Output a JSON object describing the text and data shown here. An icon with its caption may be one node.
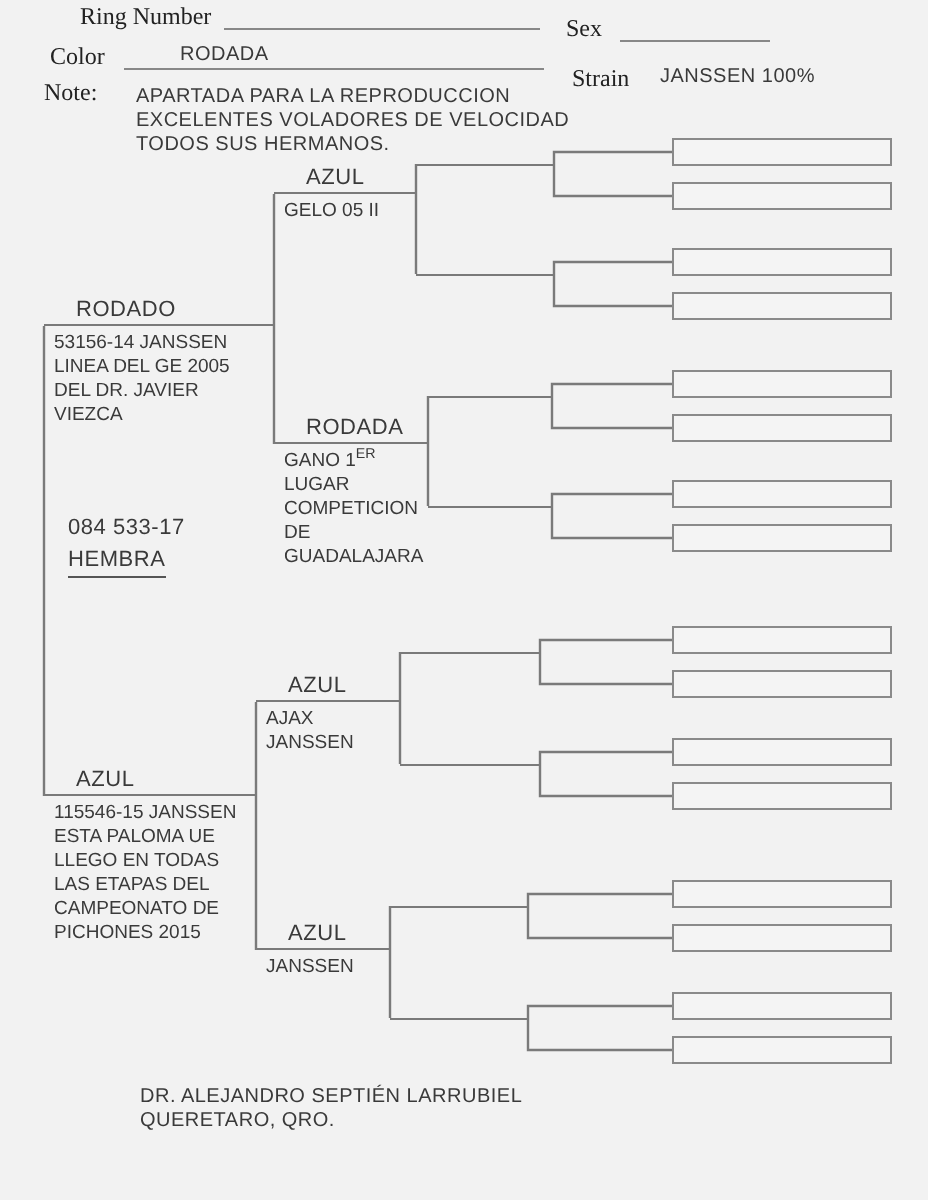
{
  "diagram": {
    "nodes": [
      {
        "text": [
          "084 533-17",
          "HEMBRA"
        ]
      },
      {
        "text": [
          "RODADO",
          "53156-14 JANSSEN LINEA DEL GE 2005 DEL DR. JAVIER VIEZCA"
        ]
      },
      {
        "text": [
          "AZUL",
          "GELO 05 II"
        ]
      },
      {
        "text": [
          "RODADA",
          "GANO 1$^{ER}$ LUGAR COMPETICION DE GUADALAJARA"
        ]
      },
      {
        "text": [
          "AZUL",
          "115546-15 JANSSEN ESTA PALOMA UE LLEGO EN TODAS LAS ETAPAS DEL CAMPEONATO DE PICHONES 2015"
        ]
      },
      {
        "text": [
          "AZUL",
          "AJAX JANSSEN"
        ]
      },
      {
        "text": [
          "AZUL",
          "JANSSEN"
        ]
      },
      {
        "text": [],
        "shape": "line"
      },
      {
        "text": [],
        "shape": "line"
      },
      {
        "text": [],
        "shape": "line"
      },
      {
        "text": [],
        "shape": "line"
      },
      {
        "text": [],
        "shape": "line"
      },
      {
        "text": [],
        "shape": "line"
      },
      {
        "text": [],
        "shape": "line"
      },
      {
        "text": [],
        "shape": "line"
      },
      {
        "text": [],
        "shape": "box"
      },
      {
        "text": [],
        "shape": "box"
      },
      {
        "text": [],
        "shape": "box"
      },
      {
        "text": [],
        "shape": "box"
      },
      {
        "text": [],
        "shape": "box"
      },
      {
        "text": [],
        "shape": "box"
      },
      {
        "text": [],
        "shape": "box"
      },
      {
        "text": [],
        "shape": "box"
      },
      {
        "text": [],
        "shape": "box"
      },
      {
        "text": [],
        "shape": "box"
      },
      {
        "text": [],
        "shape": "box"
      },
      {
        "text": [],
        "shape": "box"
      },
      {
        "text": [],
        "shape": "box"
      },
      {
        "text": [],
        "shape": "box"
      },
      {
        "text": [],
        "shape": "box"
      },
      {
        "text": [],
        "shape": "box"
      }
    ],
    "edges": [
      {
        "from": 0,
        "to": 1,
        "arrow": "none"
      },
      {
        "from": 0,
        "to": 4,
        "arrow": "none"
      },
      {
        "from": 1,
        "to": 2,
        "arrow": "none"
      },
      {
        "from": 1,
        "to": 3,
        "arrow": "none"
      },
      {
        "from": 4,
        "to": 5,
        "arrow": "none"
      },
      {
        "from": 4,
        "to": 6,
        "arrow": "none"
      },
      {
        "from": 2,
        "to": 7,
        "arrow": "none"
      },
      {
        "from": 2,
        "to": 8,
        "arrow": "none"
      },
      {
        "from": 3,
        "to": 9,
        "arrow": "none"
      },
      {
        "from": 3,
        "to": 10,
        "arrow": "none"
      },
      {
        "from": 5,
        "to": 11,
        "arrow": "none"
      },
      {
        "from": 5,
        "to": 12,
        "arrow": "none"
      },
      {
        "from": 6,
        "to": 13,
        "arrow": "none"
      },
      {
        "from": 6,
        "to": 14,
        "arrow": "none"
      },
      {
        "from": 7,
        "to": 15,
        "arrow": "none"
      },
      {
        "from": 7,
        "to": 16,
        "arrow": "none"
      },
      {
        "from": 8,
        "to": 17,
        "arrow": "none"
      },
      {
        "from": 8,
        "to": 18,
        "arrow": "none"
      },
      {
        "from": 9,
        "to": 19,
        "arrow": "none"
      },
      {
        "from": 9,
        "to": 20,
        "arrow": "none"
      },
      {
        "from": 10,
        "to": 21,
        "arrow": "none"
      },
      {
        "from": 10,
        "to": 22,
        "arrow": "none"
      },
      {
        "from": 11,
        "to": 23,
        "arrow": "none"
      },
      {
        "from": 11,
        "to": 24,
        "arrow": "none"
      },
      {
        "from": 12,
        "to": 25,
        "arrow": "none"
      },
      {
        "from": 12,
        "to": 26,
        "arrow": "none"
      },
      {
        "from": 13,
        "to": 27,
        "arrow": "none"
      },
      {
        "from": 13,
        "to": 28,
        "arrow": "none"
      },
      {
        "from": 14,
        "to": 29,
        "arrow": "none"
      },
      {
        "from": 14,
        "to": 30,
        "arrow": "none"
      }
    ],
    "labels": [
      "Ring Number",
      "Sex",
      "Color",
      "RODADA",
      "Strain",
      "JANSSEN 100%",
      "Note:",
      "APARTADA PARA LA REPRODUCCION EXCELENTES VOLADORES DE VELOCIDAD TODOS SUS HERMANOS.",
      "DR. ALEJANDRO SEPTIÉN LARRUBIEL QUERETARO, QRO."
    ]
  }
}
